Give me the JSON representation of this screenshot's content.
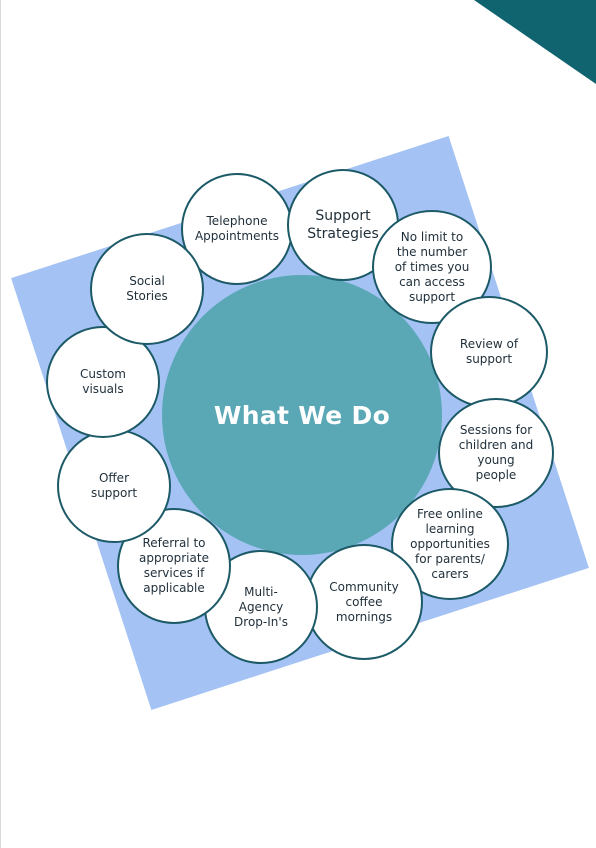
{
  "title": "What We Do",
  "colors": {
    "corner": "#0f6470",
    "square": "#a4c2f4",
    "center": "#5aa8b6",
    "node_border": "#1c5a67",
    "text": "#1f2f3a"
  },
  "services": [
    "Telephone\nAppointments",
    "Support\nStrategies",
    "No limit to\nthe number\nof times you\ncan access\nsupport",
    "Review of\nsupport",
    "Sessions for\nchildren and\nyoung\npeople",
    "Free online\nlearning\nopportunities\nfor parents/\ncarers",
    "Community\ncoffee\nmornings",
    "Multi-\nAgency\nDrop-In's",
    "Referral to\nappropriate\nservices if\napplicable",
    "Offer\nsupport",
    "Custom\nvisuals",
    "Social\nStories"
  ]
}
